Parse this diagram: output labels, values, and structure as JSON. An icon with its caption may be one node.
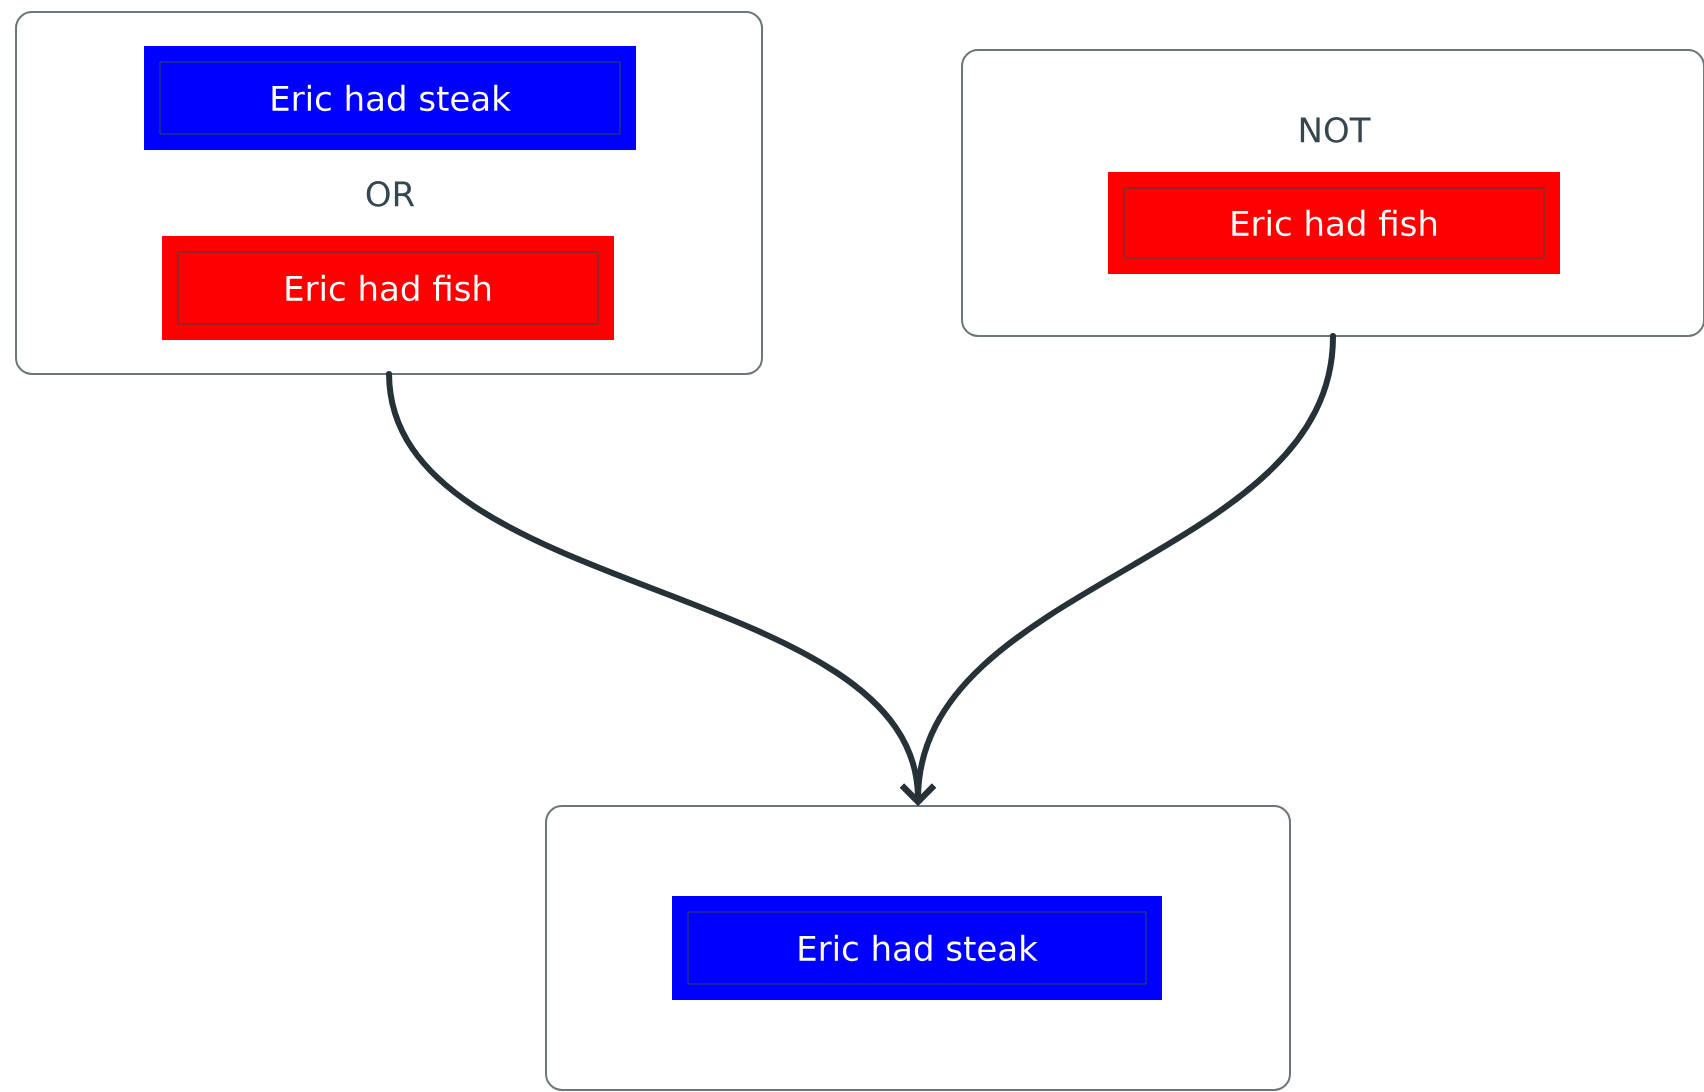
{
  "diagram": {
    "nodes": [
      {
        "text": [
          "OR"
        ]
      },
      {
        "text": [
          "Eric had steak"
        ],
        "in": 0
      },
      {
        "text": [
          "Eric had fish"
        ],
        "in": 0
      },
      {
        "text": [
          "NOT"
        ]
      },
      {
        "text": [
          "Eric had fish"
        ],
        "in": 3
      },
      {
        "text": [],
        "shape": "box"
      },
      {
        "text": [
          "Eric had steak"
        ],
        "in": 5
      }
    ],
    "edges": [
      {
        "from": 0,
        "to": 5,
        "arrow": "to"
      },
      {
        "from": 3,
        "to": 5,
        "arrow": "to"
      }
    ]
  }
}
